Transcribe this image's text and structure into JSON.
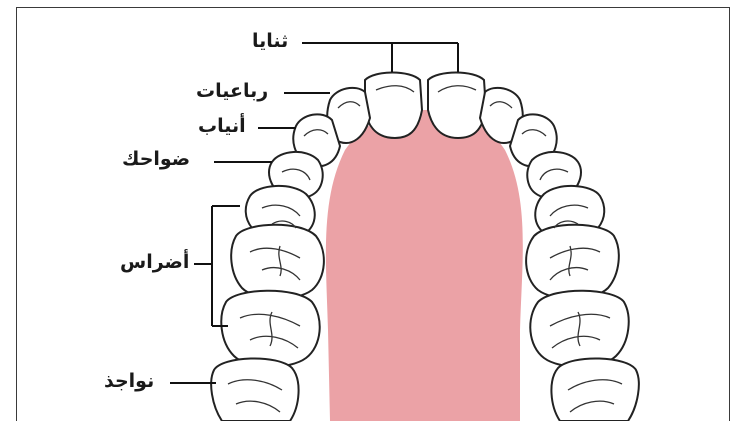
{
  "labels": {
    "incisors": "ثنايا",
    "lateral_incisors": "رباعيات",
    "canines": "أنياب",
    "premolars": "ضواحك",
    "molars": "أضراس",
    "wisdom_teeth": "نواجذ"
  },
  "colors": {
    "palate": "#eba2a6",
    "tooth_fill": "#ffffff",
    "tooth_outline": "#222222",
    "frame": "#3a3a3a"
  }
}
